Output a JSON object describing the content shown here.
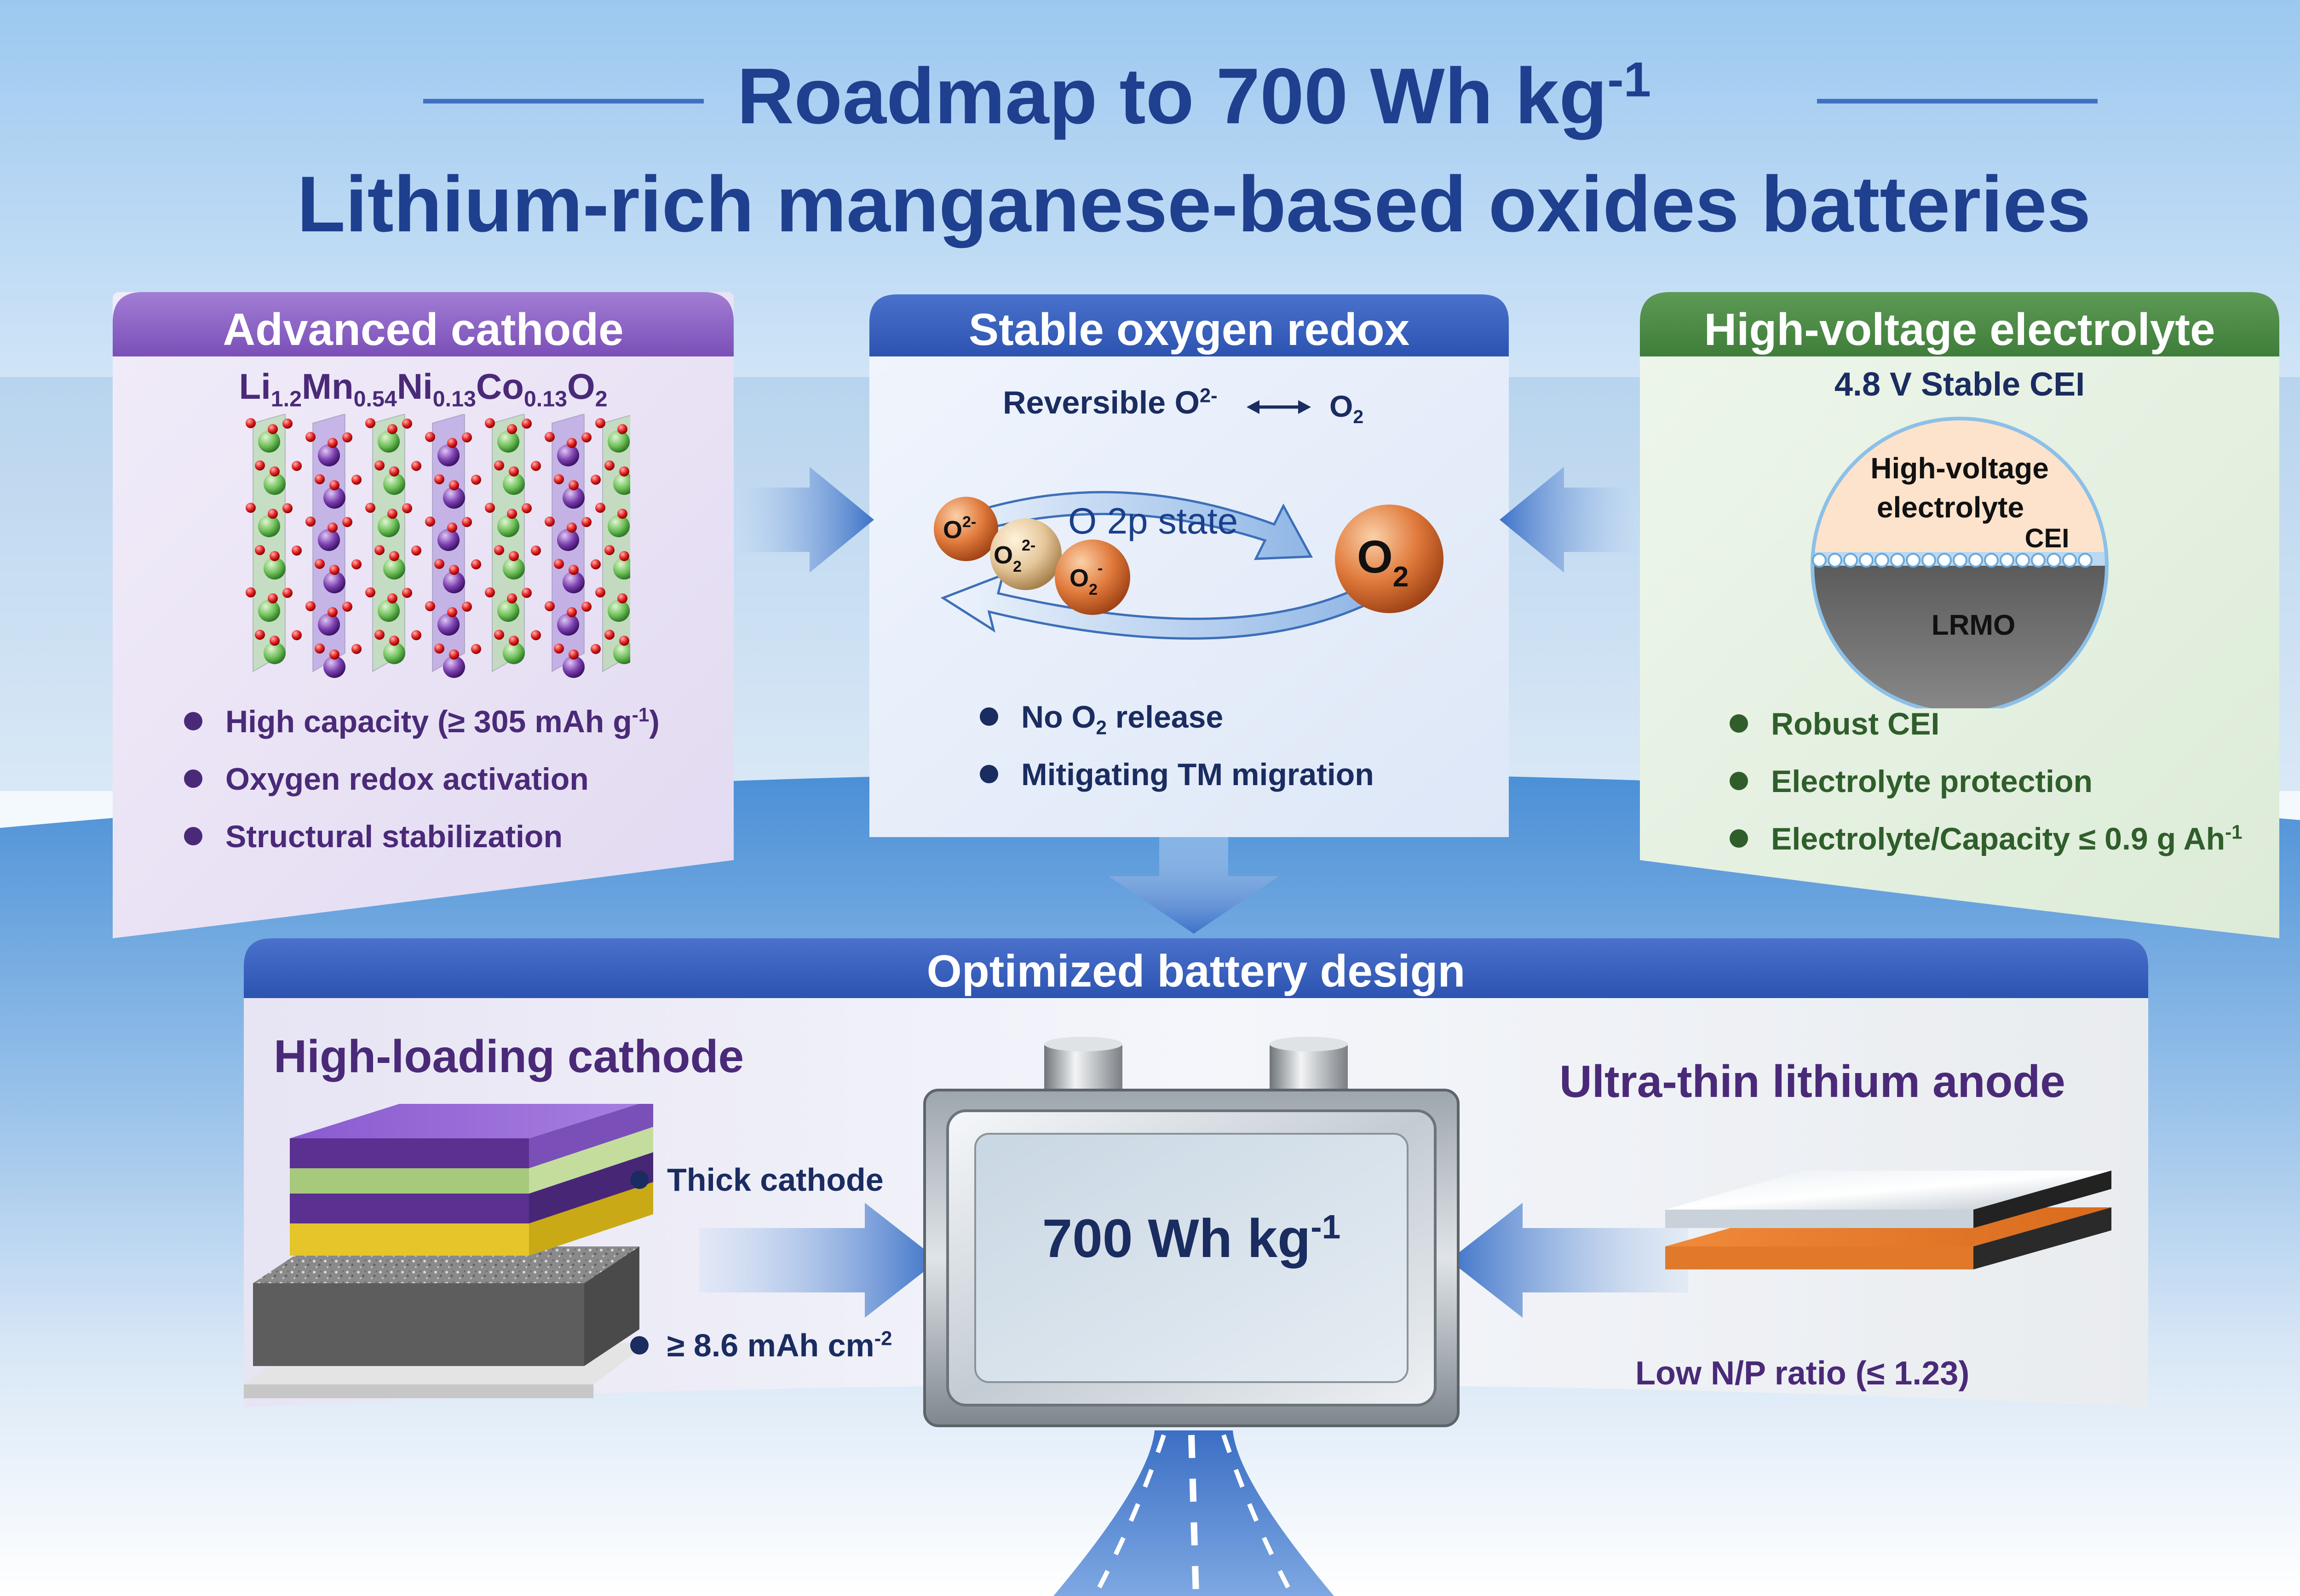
{
  "header": {
    "title_line1": "Roadmap to 700 Wh kg",
    "title_line1_sup": "-1",
    "title_line2": "Lithium-rich manganese-based oxides batteries"
  },
  "panels": {
    "cathode": {
      "title": "Advanced cathode",
      "formula": {
        "el1": "Li",
        "s1": "1.2",
        "el2": "Mn",
        "s2": "0.54",
        "el3": "Ni",
        "s3": "0.13",
        "el4": "Co",
        "s4": "0.13",
        "el5": "O",
        "s5": "2"
      },
      "bullets": [
        {
          "pre": "High capacity (≥ 305 mAh g",
          "sup": "-1",
          "post": ")"
        },
        {
          "pre": "Oxygen redox activation",
          "sup": "",
          "post": ""
        },
        {
          "pre": "Structural stabilization",
          "sup": "",
          "post": ""
        }
      ]
    },
    "oxygen": {
      "title": "Stable oxygen redox",
      "reversible_pre": "Reversible O",
      "reversible_sup": "2-",
      "reversible_o": "O",
      "reversible_sub": "2",
      "state_label": "O 2p state",
      "o2_big": "O",
      "o2_big_sub": "2",
      "ion1": "O",
      "ion1_sup": "2-",
      "ion2": "O",
      "ion2_sub": "2",
      "ion2_sup": "2-",
      "ion3": "O",
      "ion3_sub": "2",
      "ion3_sup": "-",
      "bullets": [
        {
          "pre": "No O",
          "sub": "2",
          "post": " release"
        },
        {
          "pre": "Mitigating TM migration",
          "sub": "",
          "post": ""
        }
      ]
    },
    "electrolyte": {
      "title": "High-voltage electrolyte",
      "subtitle": "4.8 V Stable CEI",
      "circle_top_line1": "High-voltage",
      "circle_top_line2": "electrolyte",
      "cei_label": "CEI",
      "lrmo_label": "LRMO",
      "bullets": [
        {
          "pre": "Robust CEI",
          "sup": ""
        },
        {
          "pre": "Electrolyte protection",
          "sup": ""
        },
        {
          "pre": "Electrolyte/Capacity ≤ 0.9 g Ah",
          "sup": "-1"
        }
      ]
    },
    "design": {
      "title": "Optimized battery design",
      "left_title": "High-loading cathode",
      "thick_label": "Thick cathode",
      "loading_pre": "≥ 8.6 mAh cm",
      "loading_sup": "-2",
      "battery_pre": "700 Wh kg",
      "battery_sup": "-1",
      "right_title": "Ultra-thin lithium anode",
      "np_label": "Low N/P ratio (≤ 1.23)"
    }
  },
  "colors": {
    "title_blue": "#1f3f8f",
    "purple": "#7a4fb8",
    "purple_text": "#4a2a78",
    "blue_header": "#2c53b0",
    "navy_text": "#1a2c60",
    "green_header": "#3f7d3a",
    "green_text": "#2f5e2b"
  }
}
